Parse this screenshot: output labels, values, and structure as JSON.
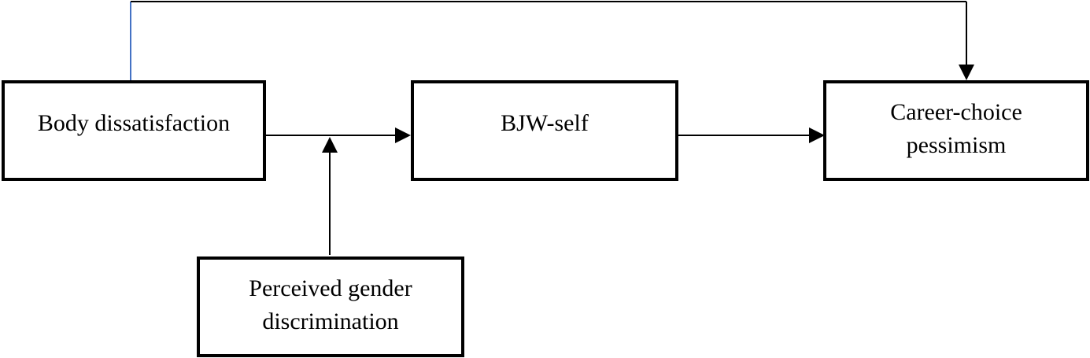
{
  "nodes": {
    "body_dissatisfaction": {
      "label": "Body dissatisfaction"
    },
    "bjw_self": {
      "label": "BJW-self"
    },
    "career_choice_pessimism": {
      "label_line1": "Career-choice",
      "label_line2": "pessimism"
    },
    "perceived_gender_discrimination": {
      "label_line1": "Perceived gender",
      "label_line2": "discrimination"
    }
  },
  "edges": [
    {
      "from": "body_dissatisfaction",
      "to": "bjw_self"
    },
    {
      "from": "bjw_self",
      "to": "career_choice_pessimism"
    },
    {
      "from": "body_dissatisfaction",
      "to": "career_choice_pessimism",
      "route": "over the top"
    },
    {
      "from": "perceived_gender_discrimination",
      "to": "edge body_dissatisfaction -> bjw_self",
      "role": "moderator"
    }
  ],
  "colors": {
    "line": "#000000",
    "top_connector_left_segment": "#4472c4"
  }
}
